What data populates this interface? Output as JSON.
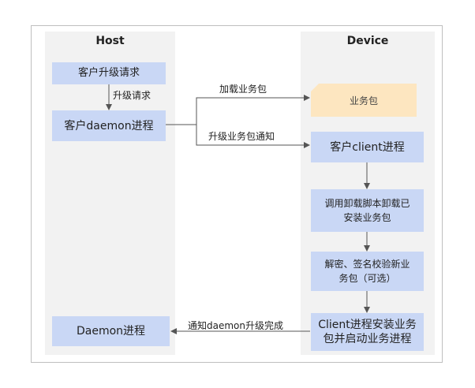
{
  "lanes": {
    "host": "Host",
    "device": "Device"
  },
  "nodes": {
    "upgrade_request": "客户升级请求",
    "daemon_process": "客户daemon进程",
    "business_package": "业务包",
    "client_process": "客户client进程",
    "uninstall_script": "调用卸载脚本卸载已安装业务包",
    "decrypt_verify": "解密、签名校验新业务包（可选）",
    "install_start": "Client进程安装业务包并启动业务进程",
    "daemon_result": "Daemon进程"
  },
  "edges": {
    "upgrade_request_label": "升级请求",
    "load_package_label": "加载业务包",
    "notify_upgrade_label": "升级业务包通知",
    "notify_daemon_label": "通知daemon升级完成"
  },
  "colors": {
    "box_fill": "#c9d7f5",
    "lane_fill": "#f2f2f2",
    "doc_fill": "#fde6c0",
    "line": "#555555"
  }
}
